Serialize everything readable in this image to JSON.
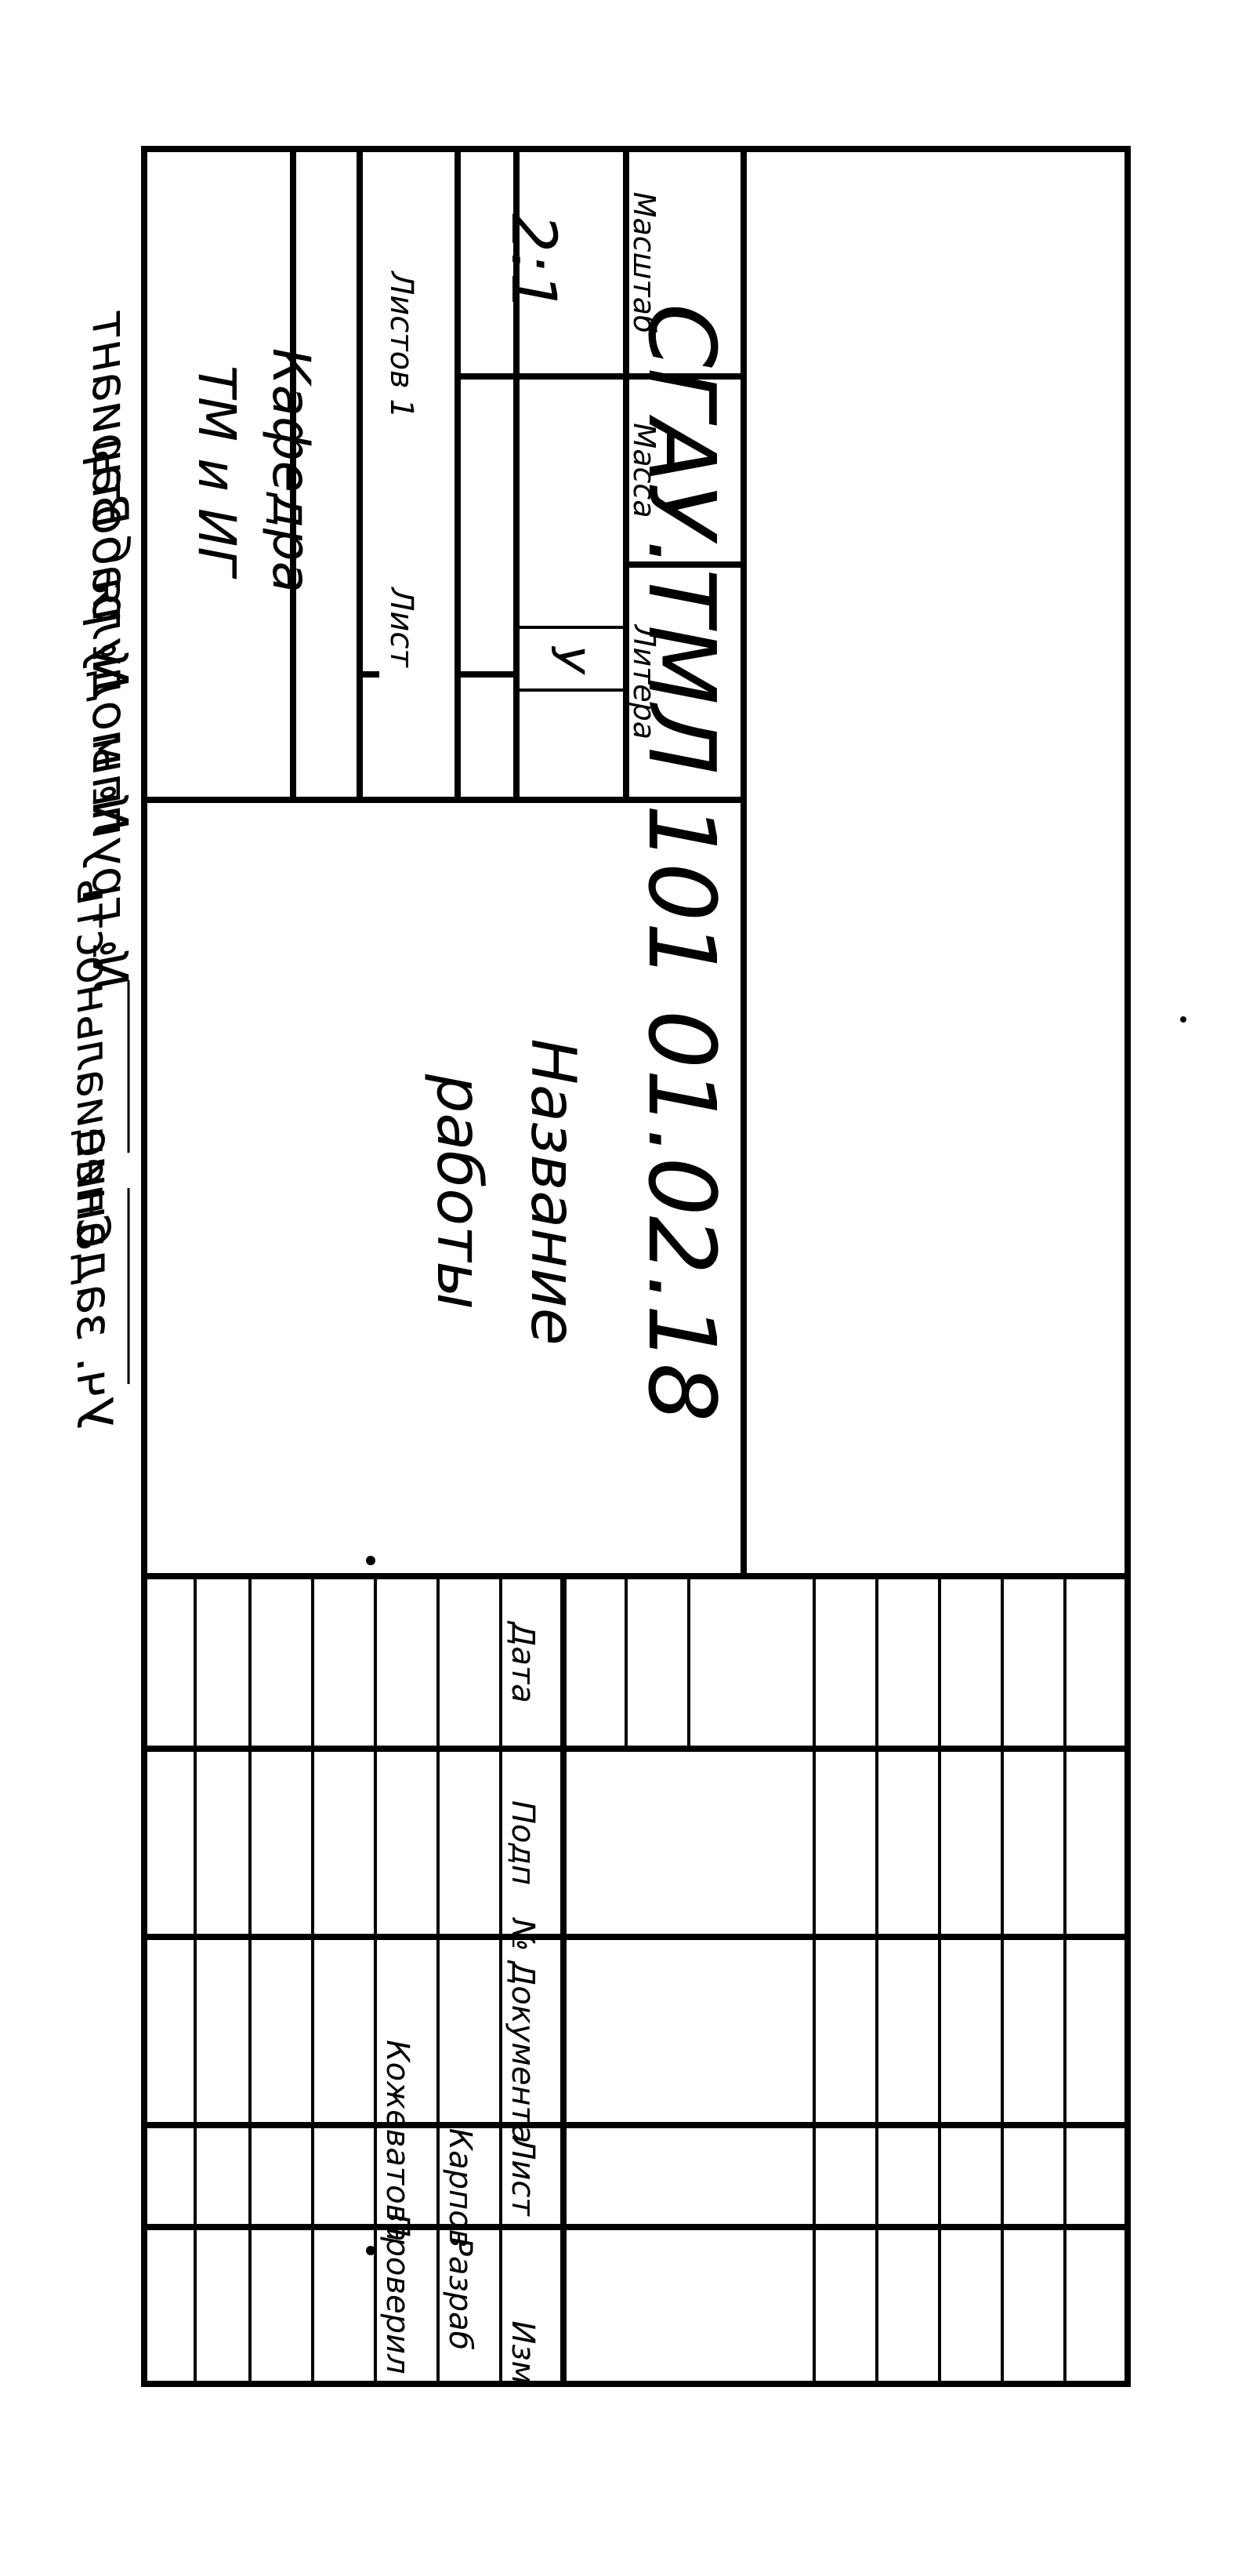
{
  "stamp": {
    "designation": "СГАУ.ТМЛ 101 01.02.18",
    "work_name_line1": "Название",
    "work_name_line2": "работы",
    "litera_header": "Литера",
    "litera_value": "У",
    "mass_header": "Масса",
    "scale_header": "Масштаб",
    "scale_value": "2:1",
    "sheet_label": "Лист",
    "sheets_label": "Листов 1",
    "department_line1": "Кафедра",
    "department_line2": "ТМ и ИГ"
  },
  "revision_table": {
    "col_izm": "Изм",
    "col_list": "Лист",
    "col_doc": "№ Документа",
    "col_sign": "Подп",
    "col_date": "Дата",
    "row_developed_label": "Разраб",
    "row_developed_name": "Карпов",
    "row_checked_label": "Проверил",
    "row_checked_name": "Кожеватова"
  },
  "callouts": {
    "variant": "Вариант",
    "work_no": "№ работы",
    "module_no": "№ модуля",
    "group_no": "№ группы",
    "specialty": "Специальность",
    "academic_task": "Уч. задание"
  },
  "colors": {
    "ink": "#000000",
    "paper": "#ffffff"
  }
}
